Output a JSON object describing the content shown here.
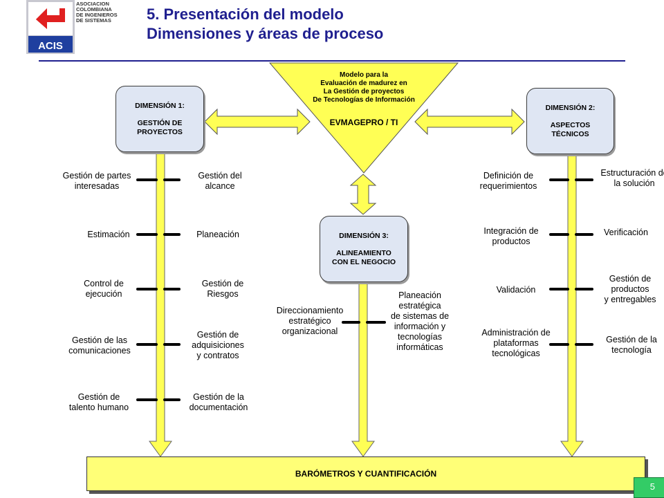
{
  "header": {
    "title_line1": "5. Presentación del modelo",
    "title_line2": "Dimensiones y áreas de proceso",
    "logo_text": "ACIS",
    "logo_org": [
      "ASOCIACION",
      "COLOMBIANA",
      "DE INGENIEROS",
      "DE SISTEMAS"
    ]
  },
  "center": {
    "title_lines": [
      "Modelo para la",
      "Evaluación de madurez en",
      "La Gestión de proyectos",
      "De Tecnologías de Información"
    ],
    "subtitle": "EVMAGEPRO / TI"
  },
  "dimension1": {
    "heading": "DIMENSIÓN 1:",
    "name_lines": [
      "GESTIÓN DE",
      "PROYECTOS"
    ],
    "left_items": [
      "Gestión de partes\ninteresadas",
      "Estimación",
      "Control de\nejecución",
      "Gestión de las\ncomunicaciones",
      "Gestión de\ntalento humano"
    ],
    "right_items": [
      "Gestión del\nalcance",
      "Planeación",
      "Gestión de\nRiesgos",
      "Gestión de\nadquisiciones\ny contratos",
      "Gestión de la\ndocumentación"
    ]
  },
  "dimension2": {
    "heading": "DIMENSIÓN 2:",
    "name_lines": [
      "ASPECTOS",
      "TÉCNICOS"
    ],
    "left_items": [
      "Definición de\nrequerimientos",
      "Integración de\nproductos",
      "Validación",
      "Administración de\nplataformas\ntecnológicas"
    ],
    "right_items": [
      "Estructuración de\nla solución",
      "Verificación",
      "Gestión de\nproductos\ny entregables",
      "Gestión de la\ntecnología"
    ]
  },
  "dimension3": {
    "heading": "DIMENSIÓN 3:",
    "name_lines": [
      "ALINEAMIENTO",
      "CON EL NEGOCIO"
    ],
    "left_items": [
      "Direccionamiento\nestratégico\norganizacional"
    ],
    "right_items": [
      "Planeación\nestratégica\nde sistemas de\ninformación y\ntecnologías\ninformáticas"
    ]
  },
  "footer": {
    "barometer_label": "BARÓMETROS Y CUANTIFICACIÓN",
    "page_number": "5"
  },
  "colors": {
    "title": "#1f1f8f",
    "yellow": "#ffff55",
    "box_fill": "#dfe6f3",
    "logo_blue": "#1f3f9f",
    "logo_red": "#e02020",
    "page_badge": "#33cc66"
  }
}
